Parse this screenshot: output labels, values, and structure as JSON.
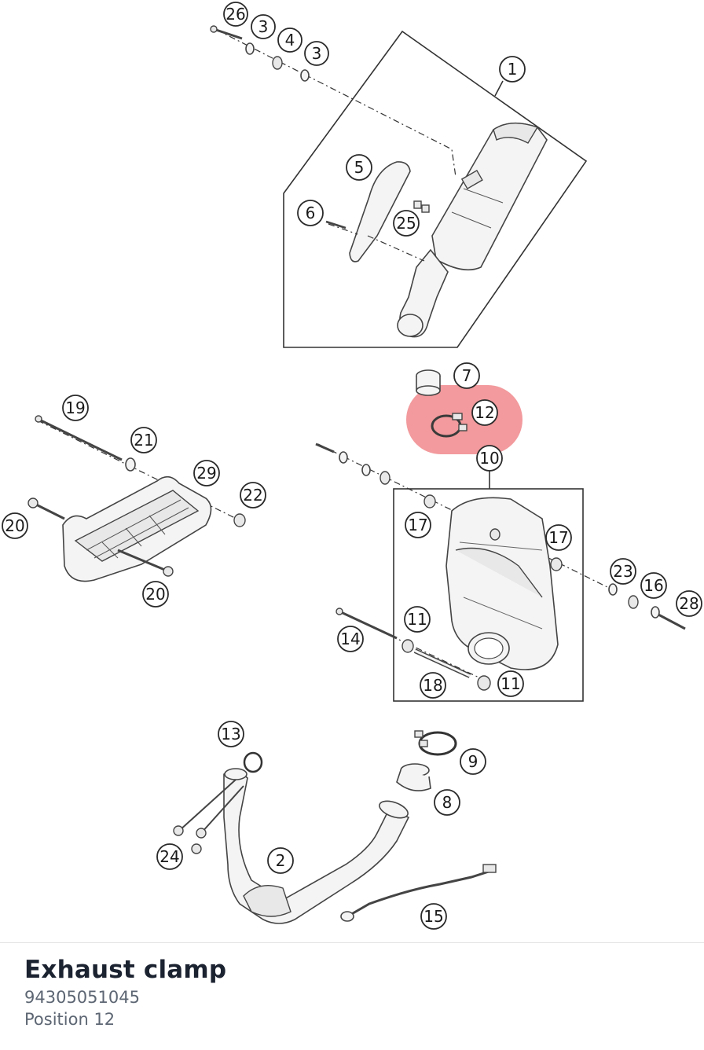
{
  "part": {
    "name": "Exhaust clamp",
    "number": "94305051045",
    "position": "Position 12"
  },
  "highlight": {
    "position": "12",
    "color": "#e8474c"
  },
  "callouts": [
    "26",
    "3",
    "4",
    "3",
    "1",
    "5",
    "6",
    "25",
    "7",
    "12",
    "10",
    "19",
    "21",
    "29",
    "22",
    "20",
    "20",
    "17",
    "17",
    "23",
    "16",
    "28",
    "11",
    "14",
    "18",
    "11",
    "13",
    "9",
    "8",
    "24",
    "2",
    "15"
  ]
}
